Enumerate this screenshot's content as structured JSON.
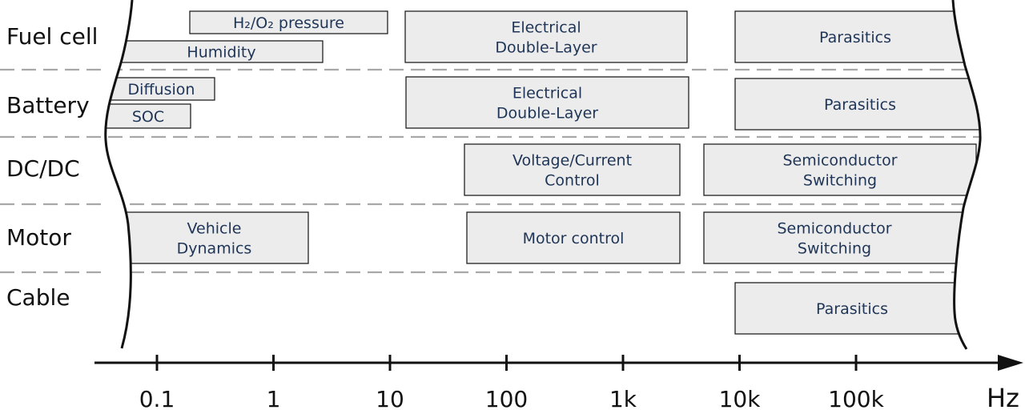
{
  "rows": [
    {
      "label": "Fuel cell"
    },
    {
      "label": "Battery"
    },
    {
      "label": "DC/DC"
    },
    {
      "label": "Motor"
    },
    {
      "label": "Cable"
    }
  ],
  "boxes": [
    {
      "id": "h2o2-pressure",
      "row": 0,
      "lines": [
        "H₂/O₂ pressure"
      ]
    },
    {
      "id": "humidity",
      "row": 0,
      "lines": [
        "Humidity"
      ]
    },
    {
      "id": "fc-double-layer",
      "row": 0,
      "lines": [
        "Electrical",
        "Double-Layer"
      ]
    },
    {
      "id": "fc-parasitics",
      "row": 0,
      "lines": [
        "Parasitics"
      ]
    },
    {
      "id": "diffusion",
      "row": 1,
      "lines": [
        "Diffusion"
      ]
    },
    {
      "id": "soc",
      "row": 1,
      "lines": [
        "SOC"
      ]
    },
    {
      "id": "bat-double-layer",
      "row": 1,
      "lines": [
        "Electrical",
        "Double-Layer"
      ]
    },
    {
      "id": "bat-parasitics",
      "row": 1,
      "lines": [
        "Parasitics"
      ]
    },
    {
      "id": "voltage-current-control",
      "row": 2,
      "lines": [
        "Voltage/Current",
        "Control"
      ]
    },
    {
      "id": "dcdc-switching",
      "row": 2,
      "lines": [
        "Semiconductor",
        "Switching"
      ]
    },
    {
      "id": "vehicle-dynamics",
      "row": 3,
      "lines": [
        "Vehicle",
        "Dynamics"
      ]
    },
    {
      "id": "motor-control",
      "row": 3,
      "lines": [
        "Motor control"
      ]
    },
    {
      "id": "motor-switching",
      "row": 3,
      "lines": [
        "Semiconductor",
        "Switching"
      ]
    },
    {
      "id": "cable-parasitics",
      "row": 4,
      "lines": [
        "Parasitics"
      ]
    }
  ],
  "axis": {
    "ticks": [
      "0.1",
      "1",
      "10",
      "100",
      "1k",
      "10k",
      "100k"
    ],
    "unit": "Hz"
  }
}
